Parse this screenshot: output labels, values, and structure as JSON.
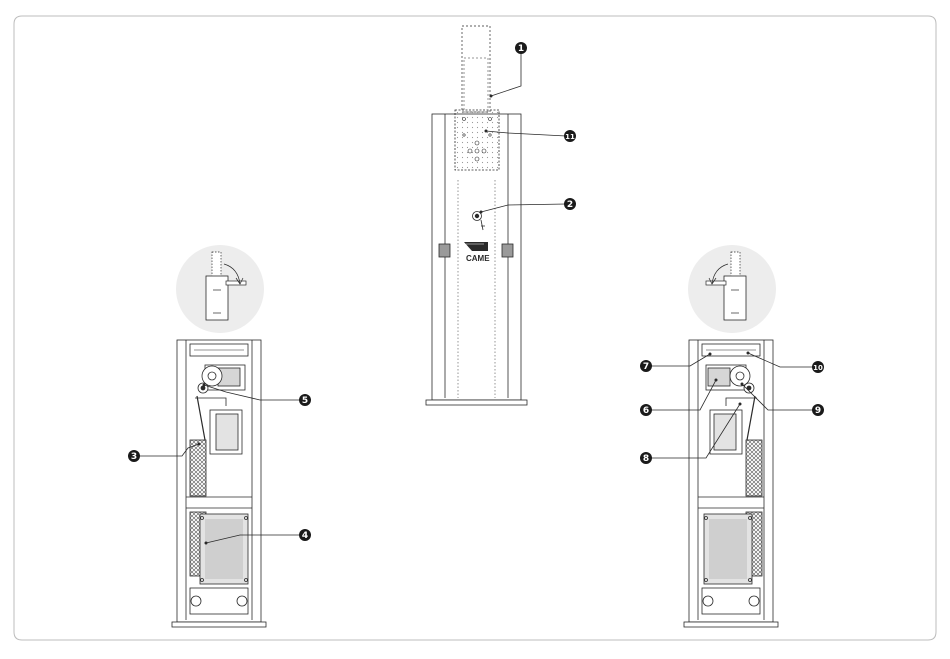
{
  "brand": {
    "logo_text": "CAME"
  },
  "callouts": [
    {
      "id": "c1",
      "label": "1"
    },
    {
      "id": "c2",
      "label": "2"
    },
    {
      "id": "c3",
      "label": "3"
    },
    {
      "id": "c4",
      "label": "4"
    },
    {
      "id": "c5",
      "label": "5"
    },
    {
      "id": "c6",
      "label": "6"
    },
    {
      "id": "c7",
      "label": "7"
    },
    {
      "id": "c8",
      "label": "8"
    },
    {
      "id": "c9",
      "label": "9"
    },
    {
      "id": "c10",
      "label": "10"
    },
    {
      "id": "c11",
      "label": "11"
    }
  ],
  "colors": {
    "line": "#2a2a2a",
    "frame": "#bdbdbd",
    "circle_bg": "#ededed",
    "panel_fill": "#e3e3e3",
    "square_fill": "#9a9a9a"
  }
}
